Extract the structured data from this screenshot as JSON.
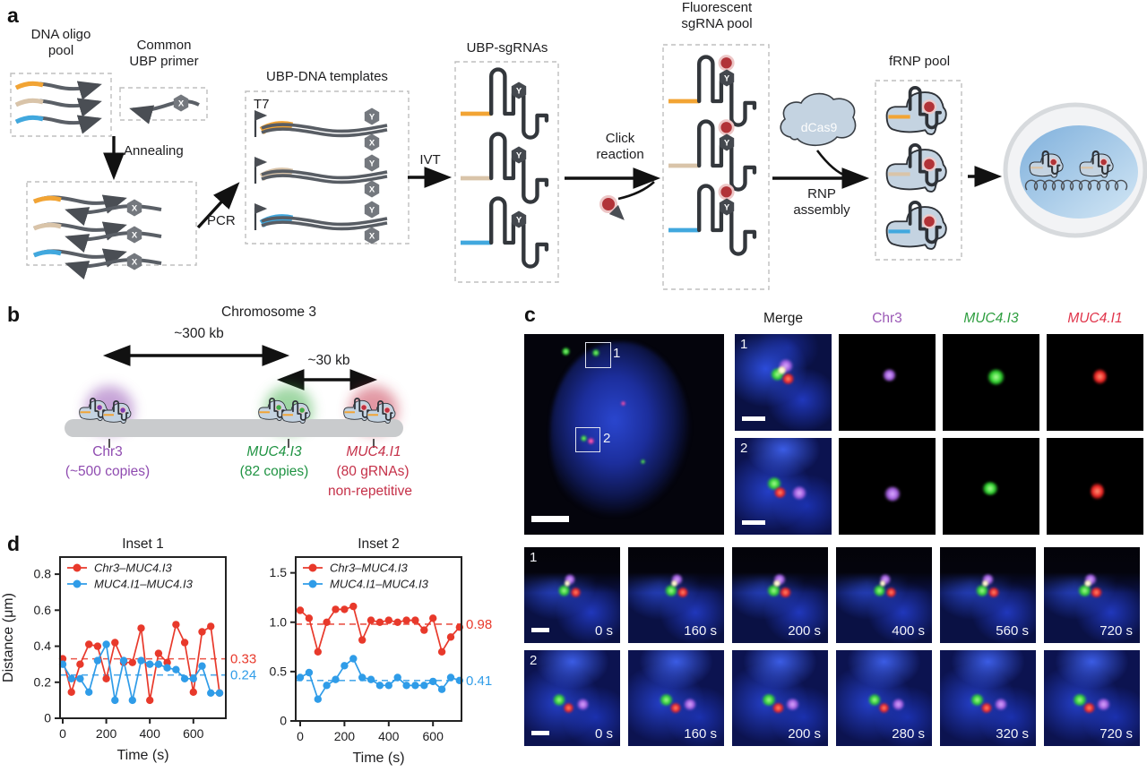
{
  "panel_a": {
    "label": "a",
    "dna_oligo_pool": "DNA oligo\npool",
    "common_ubp_primer": "Common\nUBP primer",
    "annealing": "Annealing",
    "pcr": "PCR",
    "ubp_dna_templates": "UBP-DNA templates",
    "t7": "T7",
    "ivt": "IVT",
    "ubp_sgrnas": "UBP-sgRNAs",
    "click_reaction": "Click\nreaction",
    "fluorescent_sgrna_pool": "Fluorescent\nsgRNA pool",
    "dcas9": "dCas9",
    "rnp_assembly": "RNP\nassembly",
    "frnp_pool": "fRNP pool",
    "base_x": "X",
    "base_y": "Y",
    "colors": {
      "guide_orange": "#f2a434",
      "guide_tan": "#d9c4a9",
      "guide_blue": "#41a8de",
      "fluorophore_red": "#b13338",
      "protein_body": "#c4d3e1"
    }
  },
  "panel_b": {
    "label": "b",
    "chromosome": "Chromosome 3",
    "dist_300": "~300 kb",
    "dist_30": "~30 kb",
    "loci": [
      {
        "name": "Chr3",
        "detail": "(~500 copies)",
        "extra": "",
        "color": "#8f4bb0"
      },
      {
        "name": "MUC4.I3",
        "detail": "(82 copies)",
        "extra": "",
        "color": "#1f9342"
      },
      {
        "name": "MUC4.I1",
        "detail": "(80 gRNAs)",
        "extra": "non-repetitive",
        "color": "#c53048"
      }
    ]
  },
  "panel_c": {
    "label": "c",
    "headers": [
      {
        "text": "Merge",
        "color": "#1a1a1a",
        "italic": false
      },
      {
        "text": "Chr3",
        "color": "#9b59b6",
        "italic": false
      },
      {
        "text": "MUC4.I3",
        "color": "#2e9e3f",
        "italic": true
      },
      {
        "text": "MUC4.I1",
        "color": "#e0344a",
        "italic": true
      }
    ],
    "inset_labels": [
      "1",
      "2"
    ],
    "time_rows": [
      {
        "label": "1",
        "times": [
          "0 s",
          "160 s",
          "200 s",
          "400 s",
          "560 s",
          "720 s"
        ]
      },
      {
        "label": "2",
        "times": [
          "0 s",
          "160 s",
          "200 s",
          "280 s",
          "320 s",
          "720 s"
        ]
      }
    ]
  },
  "panel_d": {
    "label": "d"
  },
  "chart_data": [
    {
      "type": "line",
      "title": "Inset 1",
      "xlabel": "Time (s)",
      "ylabel": "Distance (μm)",
      "x": [
        0,
        40,
        80,
        120,
        160,
        200,
        240,
        280,
        320,
        360,
        400,
        440,
        480,
        520,
        560,
        600,
        640,
        680,
        720
      ],
      "xticks": [
        0,
        200,
        400,
        600
      ],
      "yticks": [
        [
          0,
          "0"
        ],
        [
          0.2,
          "0.2"
        ],
        [
          0.4,
          "0.4"
        ],
        [
          0.6,
          "0.6"
        ],
        [
          0.8,
          "0.8"
        ]
      ],
      "xlim": [
        0,
        760
      ],
      "ylim": [
        0,
        0.895
      ],
      "grid": false,
      "legend_position": "top-left",
      "series": [
        {
          "name": "Chr3–MUC4.I3",
          "color": "#e8392b",
          "values": [
            0.33,
            0.145,
            0.3,
            0.41,
            0.4,
            0.22,
            0.42,
            0.31,
            0.31,
            0.5,
            0.1,
            0.36,
            0.31,
            0.52,
            0.42,
            0.145,
            0.48,
            0.51,
            0.14
          ],
          "mean": 0.33,
          "mean_label": "0.33"
        },
        {
          "name": "MUC4.I1–MUC4.I3",
          "color": "#2f9ce8",
          "values": [
            0.3,
            0.22,
            0.22,
            0.145,
            0.32,
            0.41,
            0.1,
            0.32,
            0.1,
            0.32,
            0.3,
            0.3,
            0.28,
            0.27,
            0.22,
            0.22,
            0.29,
            0.14,
            0.14
          ],
          "mean": 0.24,
          "mean_label": "0.24"
        }
      ]
    },
    {
      "type": "line",
      "title": "Inset 2",
      "xlabel": "Time (s)",
      "ylabel": "",
      "x": [
        0,
        40,
        80,
        120,
        160,
        200,
        240,
        280,
        320,
        360,
        400,
        440,
        480,
        520,
        560,
        600,
        640,
        680,
        720
      ],
      "xticks": [
        0,
        200,
        400,
        600
      ],
      "yticks": [
        [
          0,
          "0"
        ],
        [
          0.5,
          "0.5"
        ],
        [
          1.0,
          "1.0"
        ],
        [
          1.5,
          "1.5"
        ]
      ],
      "xlim": [
        0,
        760
      ],
      "ylim": [
        0,
        1.66
      ],
      "grid": false,
      "legend_position": "top-left",
      "series": [
        {
          "name": "Chr3–MUC4.I3",
          "color": "#e8392b",
          "values": [
            1.12,
            1.04,
            0.7,
            1.0,
            1.13,
            1.13,
            1.16,
            0.82,
            1.02,
            1.0,
            1.02,
            1.0,
            1.02,
            1.02,
            0.92,
            1.04,
            0.7,
            0.85,
            0.95
          ],
          "mean": 0.98,
          "mean_label": "0.98"
        },
        {
          "name": "MUC4.I1–MUC4.I3",
          "color": "#2f9ce8",
          "values": [
            0.44,
            0.49,
            0.22,
            0.36,
            0.42,
            0.56,
            0.63,
            0.44,
            0.42,
            0.36,
            0.36,
            0.44,
            0.36,
            0.36,
            0.36,
            0.4,
            0.32,
            0.44,
            0.41
          ],
          "mean": 0.41,
          "mean_label": "0.41"
        }
      ]
    }
  ]
}
